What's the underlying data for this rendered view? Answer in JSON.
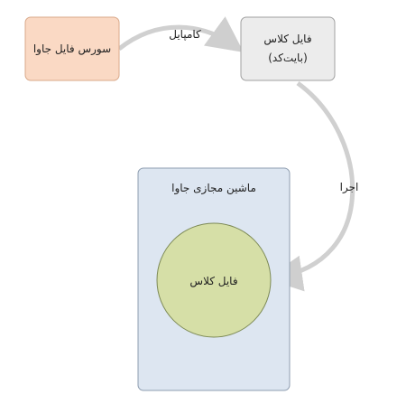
{
  "nodes": {
    "source_file": {
      "label": "سورس فایل جاوا",
      "fill": "#fad9c4",
      "stroke": "#d9a98a"
    },
    "class_file": {
      "label_line1": "فایل کلاس",
      "label_line2": "(بایت‌کد)",
      "fill": "#ececec",
      "stroke": "#a0a0a0"
    },
    "jvm": {
      "label": "ماشین مجازی جاوا",
      "fill": "#dde6f1",
      "stroke": "#8e9db0"
    },
    "class_in_jvm": {
      "label": "فایل کلاس",
      "fill": "#d6dfa7",
      "stroke": "#7d8a56"
    }
  },
  "edges": {
    "compile": {
      "label": "کامپایل"
    },
    "run": {
      "label": "اجرا"
    }
  },
  "colors": {
    "arrow": "#cfcfcf"
  }
}
